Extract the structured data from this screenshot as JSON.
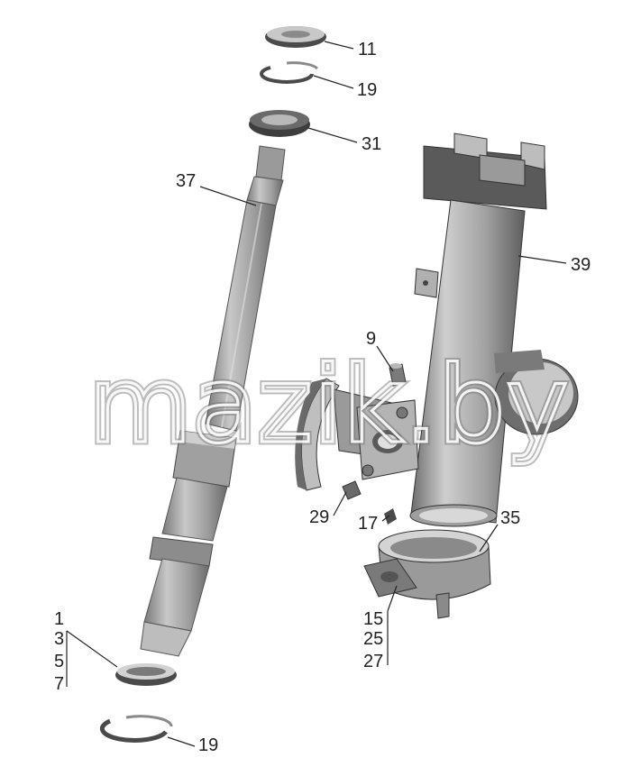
{
  "watermark": "mazik.by",
  "callouts": {
    "c11": "11",
    "c19_top": "19",
    "c31": "31",
    "c37": "37",
    "c39": "39",
    "c9": "9",
    "c29": "29",
    "c17": "17",
    "c35": "35",
    "c1": "1",
    "c3": "3",
    "c5": "5",
    "c7": "7",
    "c15": "15",
    "c25": "25",
    "c27": "27",
    "c19_bottom": "19"
  },
  "colors": {
    "metal_light": "#c4c4c4",
    "metal_mid": "#9a9a9a",
    "metal_dark": "#5a5a5a",
    "outline": "#3a3a3a"
  }
}
